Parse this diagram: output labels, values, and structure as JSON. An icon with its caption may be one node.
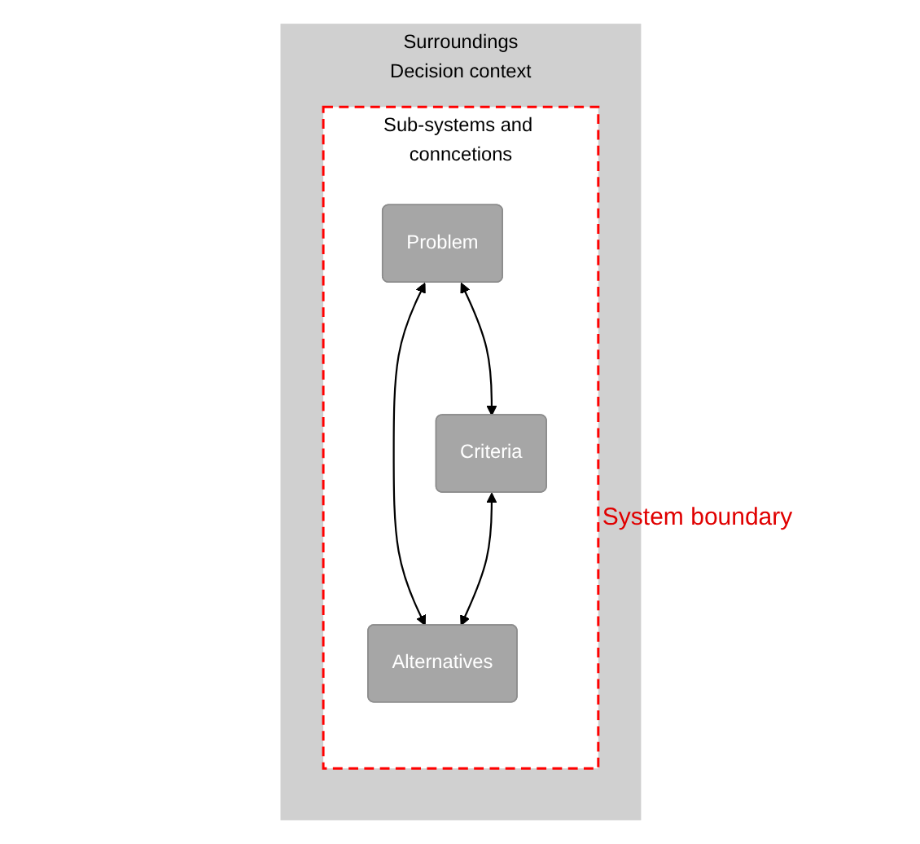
{
  "diagram": {
    "nodes": [
      {
        "text": [
          "Surroundings",
          "Decision context"
        ]
      },
      {
        "text": [
          "Sub-systems and conncetions"
        ],
        "in": 0,
        "beside": [
          "System boundary"
        ]
      },
      {
        "text": [
          "Problem"
        ],
        "in": 1
      },
      {
        "text": [
          "Criteria"
        ],
        "in": 1
      },
      {
        "text": [
          "Alternatives"
        ],
        "in": 1
      }
    ],
    "edges": [
      {
        "from": 2,
        "to": 3,
        "arrow": "both"
      },
      {
        "from": 2,
        "to": 4,
        "arrow": "both"
      },
      {
        "from": 3,
        "to": 4,
        "arrow": "both"
      }
    ]
  }
}
